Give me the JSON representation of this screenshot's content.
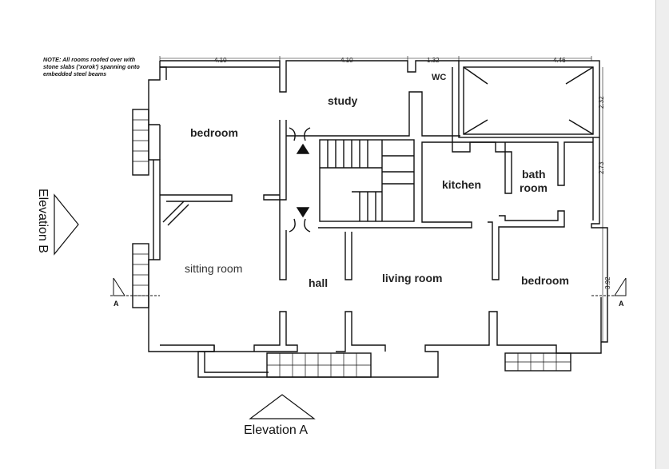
{
  "note": "NOTE: All rooms roofed over with stone slabs ('xorok') spanning onto embedded steel beams",
  "rooms": {
    "bedroom_left": "bedroom",
    "study": "study",
    "wc": "WC",
    "kitchen": "kitchen",
    "bathroom_1": "bath",
    "bathroom_2": "room",
    "sitting_room": "sitting room",
    "hall": "hall",
    "living_room": "living room",
    "bedroom_right": "bedroom"
  },
  "dimensions": {
    "top_1": "4.10",
    "top_2": "4.10",
    "top_3": "1.32",
    "top_4": "4.46",
    "right_1": "2.32",
    "right_2": "2.73",
    "right_3": "3.92"
  },
  "elevations": {
    "a": "Elevation A",
    "b": "Elevation B"
  },
  "sections": {
    "left": "A",
    "right": "A"
  }
}
